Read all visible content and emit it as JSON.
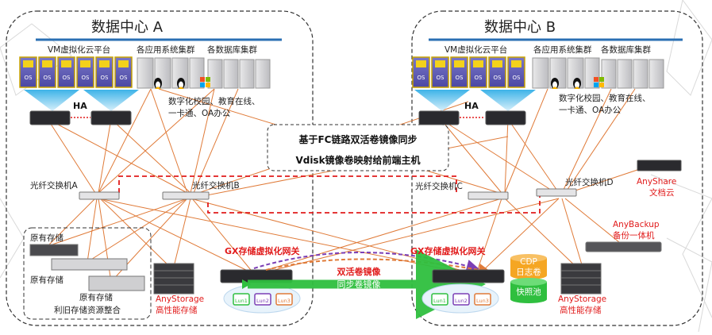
{
  "dc_a": {
    "title": "数据中心 A",
    "vm_label": "VM虚拟化云平台",
    "app_cluster": "各应用系统集群",
    "db_cluster": "各数据库集群",
    "ha": "HA",
    "apps_line1": "数字化校园、教育在线、",
    "apps_line2": "一卡通、OA办公",
    "switch_a": "光纤交换机A",
    "switch_b": "光纤交换机B",
    "legacy_1": "原有存储",
    "legacy_2": "原有存储",
    "legacy_3": "原有存储",
    "legacy_note": "利旧存储资源整合",
    "anystorage_1": "AnyStorage",
    "anystorage_2": "高性能存储",
    "gateway": "GX存储虚拟化网关"
  },
  "dc_b": {
    "title": "数据中心 B",
    "vm_label": "VM虚拟化云平台",
    "app_cluster": "各应用系统集群",
    "db_cluster": "各数据库集群",
    "ha": "HA",
    "apps_line1": "数字化校园、教育在线、",
    "apps_line2": "一卡通、OA办公",
    "switch_c": "光纤交换机C",
    "switch_d": "光纤交换机D",
    "anystorage_1": "AnyStorage",
    "anystorage_2": "高性能存储",
    "gateway": "GX存储虚拟化网关",
    "cdp_1": "CDP",
    "cdp_2": "日志卷",
    "snapshot": "快照池"
  },
  "center_note": {
    "line1": "基于FC链路双活卷镜像同步",
    "line2": "Vdisk镜像卷映射给前端主机"
  },
  "mirror": {
    "active": "双活卷镜像",
    "sync": "同步卷镜像"
  },
  "lun": {
    "l1": "Lun1",
    "l2": "Lun2",
    "l3": "Lun3"
  },
  "anyshare": {
    "l1": "AnyShare",
    "l2": "文档云"
  },
  "anybackup": {
    "l1": "AnyBackup",
    "l2": "备份一体机"
  },
  "os_label": "OS",
  "colors": {
    "link": "#e07b39",
    "fc": "#6aa3d8",
    "red": "#e11b1b",
    "green": "#2fbf3f",
    "purple": "#7b3fb5"
  }
}
